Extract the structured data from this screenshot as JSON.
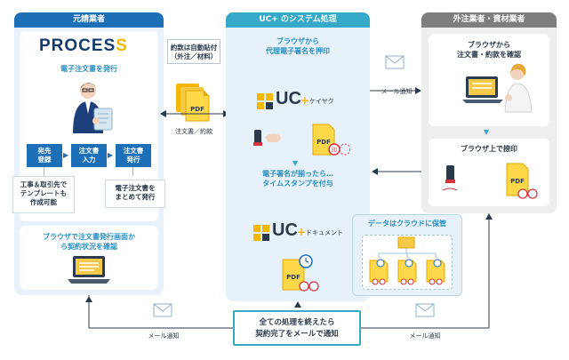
{
  "columns": {
    "prime": {
      "title": "元請業者"
    },
    "system": {
      "title": "UC+ のシステム処理"
    },
    "sub": {
      "title": "外注業者・資材業者"
    }
  },
  "prime": {
    "logo": "PROCES",
    "logo_mark": "S",
    "issue_title": "電子注文書を発行",
    "steps": [
      {
        "line1": "宛先",
        "line2": "登録"
      },
      {
        "line1": "注文書",
        "line2": "入力"
      },
      {
        "line1": "注文書",
        "line2": "発行"
      }
    ],
    "note_left": {
      "line1": "工事＆取引先で",
      "line2": "テンプレートも",
      "line3": "作成可能"
    },
    "note_right": {
      "line1": "電子注文書を",
      "line2": "まとめて発行"
    },
    "browser_check": {
      "line1": "ブラウザで注文書発行画面か",
      "line2": "ら契約状況を確認"
    }
  },
  "middle": {
    "attach": {
      "line1": "約款は自動貼付",
      "line2": "（外注／材料）"
    },
    "docs_label": "注文書／約款",
    "pdf": "PDF"
  },
  "system": {
    "sign": {
      "line1": "ブラウザから",
      "line2": "代理電子署名を押印"
    },
    "stamp": {
      "line1": "電子署名が揃ったら…",
      "line2": "タイムスタンプを付与"
    },
    "uc_sign_logo": "UC",
    "uc_sign_sub": "ケイヤク",
    "uc_doc_logo": "UC",
    "uc_doc_sub": "ドキュメント",
    "seal": "印"
  },
  "sub": {
    "confirm": {
      "line1": "ブラウザから",
      "line2": "注文書・約款を確認"
    },
    "stamp": "ブラウザ上で捺印"
  },
  "cloud": {
    "title": "データはクラウドに保管"
  },
  "mail": {
    "top": "メール通知",
    "bottom_left": "メール通知",
    "bottom_right": "メール通知"
  },
  "final": {
    "line1": "全ての処理を終えたら",
    "line2": "契約完了をメールで通知"
  },
  "colors": {
    "navy": "#1d6fb8",
    "teal": "#36a9c9",
    "gray": "#7e7e7e",
    "yellow": "#f5b800",
    "red": "#d8333f"
  }
}
